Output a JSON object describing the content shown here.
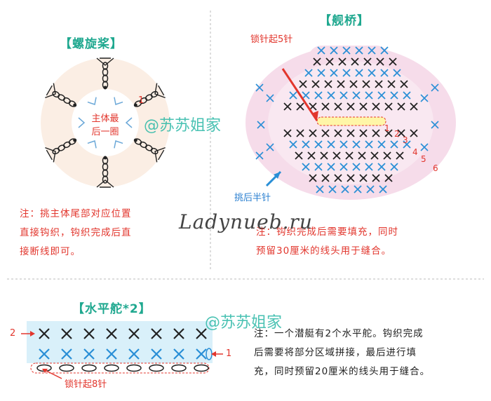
{
  "propeller": {
    "title": "【螺旋桨】",
    "center_line1": "主体最",
    "center_line2": "后一圈",
    "marker": "1",
    "note_line1": "注：挑主体尾部对应位置",
    "note_line2": "直接钩织，钩织完成后直",
    "note_line3": "接断线即可。"
  },
  "bridge": {
    "title": "【舰桥】",
    "chain_label": "锁针起5针",
    "back_label": "挑后半针",
    "markers": [
      "1",
      "2",
      "3",
      "4",
      "5",
      "6"
    ],
    "note_line1": "注：钩织完成后需要填充，同时",
    "note_line2": "预留30厘米的线头用于缝合。"
  },
  "plane": {
    "title": "【水平舵*2】",
    "row2": "2",
    "row1": "1",
    "chain_label": "锁针起8针",
    "note_line1": "注：一个潜艇有2个水平舵。钩织完成",
    "note_line2": "后需要将部分区域拼接，最后进行填",
    "note_line3": "充，同时预留20厘米的线头用于缝合。"
  },
  "watermark": "@苏苏姐家",
  "site": "Ladynueb.ru",
  "colors": {
    "accent": "#1fa88f",
    "red": "#e2362d",
    "blue": "#2a8fd6",
    "pink": "#f3d6e6",
    "cream": "#fbeee4",
    "lightblue": "#d9f0fa"
  }
}
